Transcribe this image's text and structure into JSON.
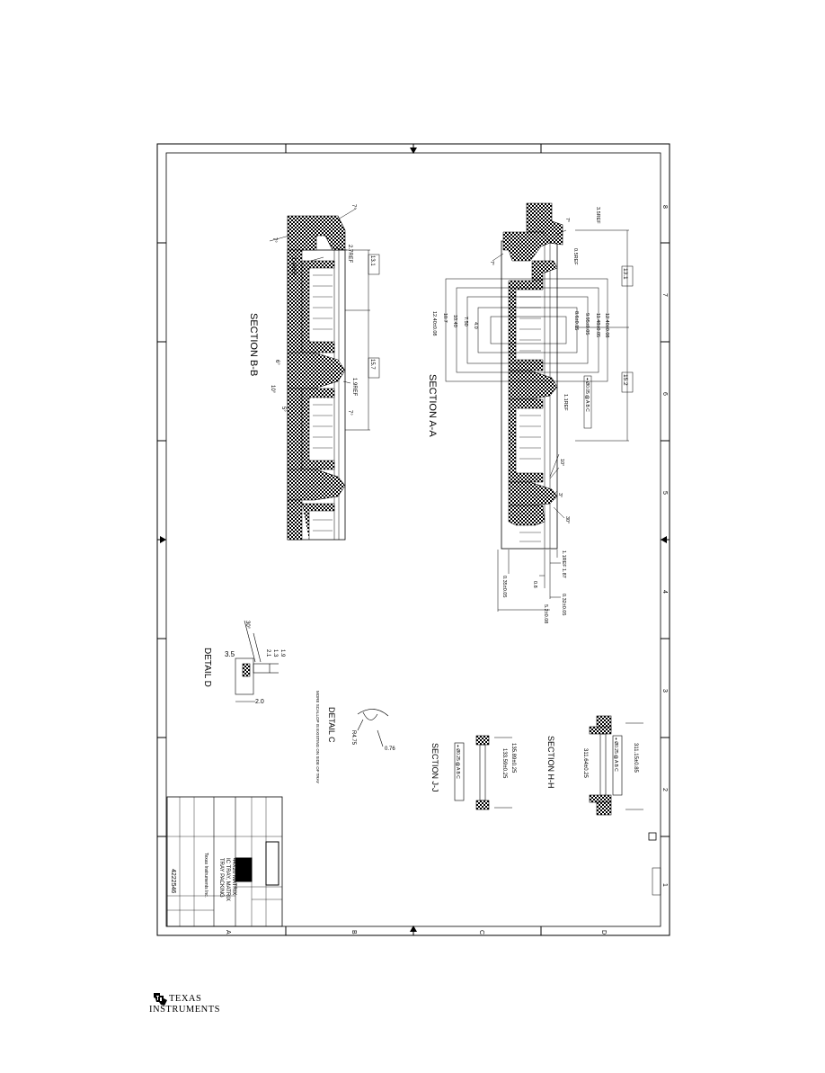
{
  "logo": {
    "line1": "Texas",
    "line2": "Instruments",
    "line1_display": "TEXAS",
    "line2_display": "INSTRUMENTS"
  },
  "drawing": {
    "border_numbers": [
      "8",
      "7",
      "6",
      "5",
      "4",
      "3",
      "2",
      "1"
    ],
    "border_letters": [
      "A",
      "B",
      "C",
      "D"
    ],
    "views": {
      "section_aa": "SECTION A-A",
      "section_bb": "SECTION B-B",
      "section_hh": "SECTION H-H",
      "section_jj": "SECTION J-J",
      "detail_c": "DETAIL C",
      "detail_c_note": "MORE SCALLOP IS EXISTING ON SIDE OF TRAY",
      "detail_d": "DETAIL D"
    },
    "dims_aa": {
      "d1": "3.5REF",
      "d2": "0.5REF",
      "d3": "13.1",
      "d4": "15.2",
      "d5": "12.40±0.08",
      "d6": "11.48±0.05",
      "d7": "9.95±0.05",
      "d8": "8.6±0.15",
      "d9": "4.0",
      "d10": "7.50",
      "d11": "10.40",
      "d12": "10.7",
      "d13": "12.40±0.08",
      "d14": "1.1REF",
      "d15": "0.35±0.05",
      "d16": "1.87",
      "d17": "0.8",
      "d18": "0.32±0.05",
      "d19": "5.2±0.08",
      "d20": "1.1REF",
      "a1": "7°",
      "a2": "7°",
      "a3": "10°",
      "a4": "3°",
      "a5": "30°"
    },
    "dims_bb": {
      "d1": "2.7REF",
      "d2": "1.4REF",
      "d3": "13.1",
      "d4": "15.7",
      "d5": "1.9REF",
      "a1": "7°",
      "a2": "7°",
      "a3": "6°",
      "a4": "10°",
      "a5": "5°",
      "a6": "7°"
    },
    "dims_hh": {
      "d1": "311.15±0.85",
      "d2": "311.64±0.25"
    },
    "dims_jj": {
      "d1": "135.89±0.25",
      "d2": "133.59±0.25"
    },
    "dims_c": {
      "d1": "R4.75",
      "d2": "0.76"
    },
    "dims_d": {
      "d1": "3.5",
      "d2": "2.0",
      "d3": "1.9",
      "d4": "1.3",
      "d5": "2.1",
      "d6": "30°"
    },
    "title_block": {
      "l1": "Texas Instruments Inc.",
      "l2": "TRAY PACKING",
      "l3": "IC TRAY, MATRIX",
      "l4": "44X20 MATRIX",
      "l5": "4222546"
    }
  }
}
